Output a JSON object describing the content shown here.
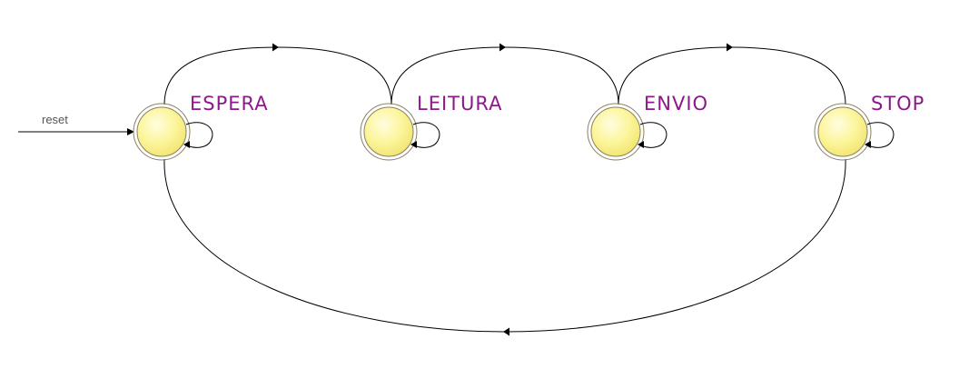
{
  "diagram": {
    "type": "state-machine",
    "reset_label": "reset",
    "states": [
      {
        "id": "espera",
        "label": "ESPERA"
      },
      {
        "id": "leitura",
        "label": "LEITURA"
      },
      {
        "id": "envio",
        "label": "ENVIO"
      },
      {
        "id": "stop",
        "label": "STOP"
      }
    ],
    "transitions": [
      {
        "from": "ESPERA",
        "to": "LEITURA"
      },
      {
        "from": "LEITURA",
        "to": "ENVIO"
      },
      {
        "from": "ENVIO",
        "to": "STOP"
      },
      {
        "from": "STOP",
        "to": "ESPERA"
      },
      {
        "from": "ESPERA",
        "to": "ESPERA"
      },
      {
        "from": "LEITURA",
        "to": "LEITURA"
      },
      {
        "from": "ENVIO",
        "to": "ENVIO"
      },
      {
        "from": "STOP",
        "to": "STOP"
      }
    ],
    "initial_state": "ESPERA"
  },
  "colors": {
    "state_fill": "#fbf79c",
    "state_stroke": "#8a8060",
    "state_label": "#8b1a89",
    "line": "#000000",
    "reset_label": "#555555"
  }
}
